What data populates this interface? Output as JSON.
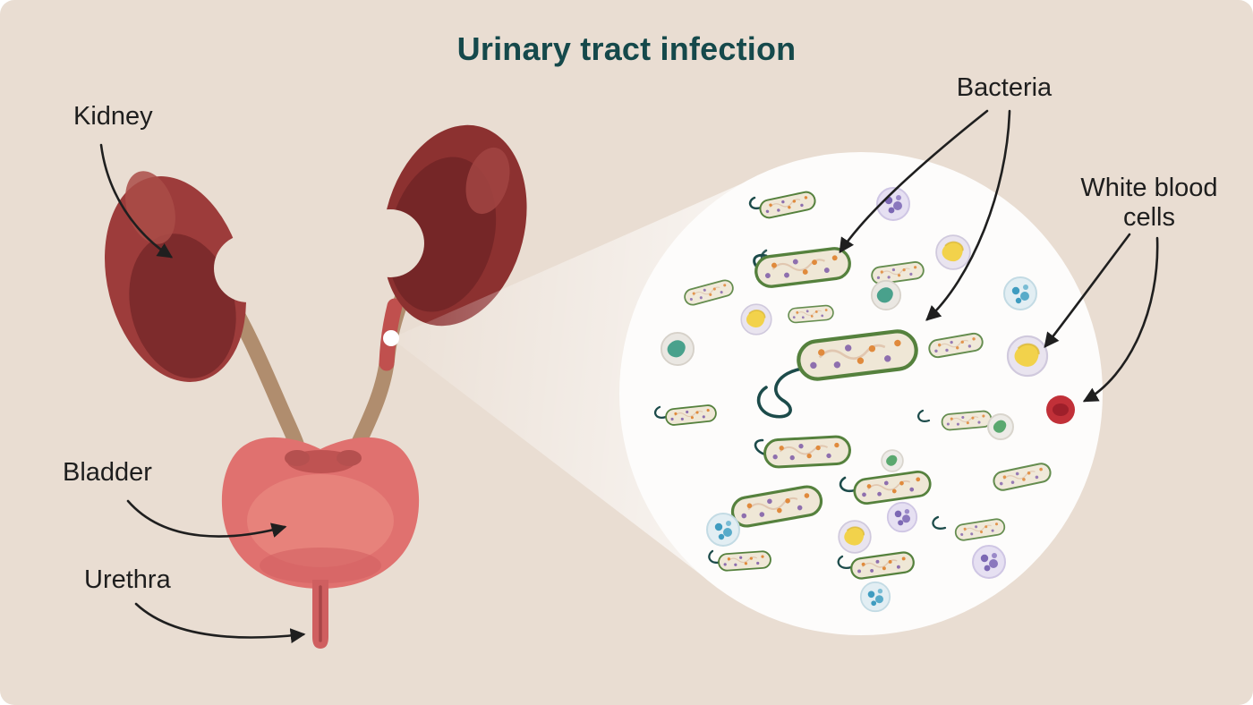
{
  "title": "Urinary tract infection",
  "anatomy_labels": {
    "kidney": "Kidney",
    "bladder": "Bladder",
    "urethra": "Urethra"
  },
  "magnified_view_labels": {
    "bacteria": "Bacteria",
    "white_blood_cells": [
      "White blood",
      "cells"
    ]
  },
  "colors": {
    "background": "#e9ddd2",
    "title_text": "#15494b",
    "label_text": "#1e1e1e",
    "kidney_base": "#9d3c3b",
    "kidney_dark": "#7d2b2c",
    "ureter": "#b08d6e",
    "inflamed_ureter": "#c0504e",
    "bladder": "#e0716f",
    "urethra": "#cf5f60",
    "magnifier_circle": "#fdfcfb",
    "bacteria_outline": "#55813d",
    "bacteria_fill": "#efe7d6",
    "bacteria_dot_orange": "#e08a3c",
    "bacteria_dot_purple": "#8e6fae",
    "flagella": "#1c4b4a",
    "wbc_yellow": "#f2d24b",
    "wbc_purple": "#7c68b4",
    "wbc_blue": "#3f9cc0",
    "wbc_teal": "#49a18c",
    "red_blood_cell": "#c13038",
    "arrow": "#1f1f1f"
  }
}
